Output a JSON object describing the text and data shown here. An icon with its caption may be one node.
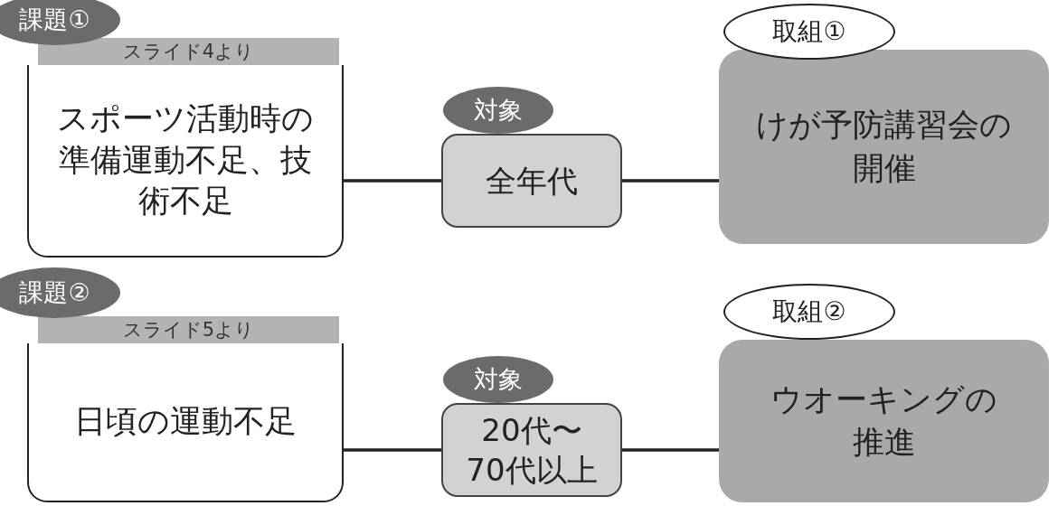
{
  "diagram": {
    "nodes": [
      {
        "text": [
          "課題①"
        ]
      },
      {
        "text": [
          "スライド4より"
        ]
      },
      {
        "text": [
          "スポーツ活動時の準備運動不足、技術不足"
        ]
      },
      {
        "text": [
          "対象"
        ]
      },
      {
        "text": [
          "全年代"
        ]
      },
      {
        "text": [
          "取組①"
        ]
      },
      {
        "text": [
          "けが予防講習会の開催"
        ]
      },
      {
        "text": [
          "課題②"
        ]
      },
      {
        "text": [
          "スライド5より"
        ]
      },
      {
        "text": [
          "日頃の運動不足"
        ]
      },
      {
        "text": [
          "対象"
        ]
      },
      {
        "text": [
          "20代〜70代以上"
        ]
      },
      {
        "text": [
          "取組②"
        ]
      },
      {
        "text": [
          "ウオーキングの推進"
        ]
      }
    ],
    "edges": [
      {
        "from": 2,
        "to": 4,
        "arrow": "none"
      },
      {
        "from": 4,
        "to": 6,
        "arrow": "none"
      },
      {
        "from": 9,
        "to": 11,
        "arrow": "none"
      },
      {
        "from": 11,
        "to": 13,
        "arrow": "none"
      }
    ]
  }
}
